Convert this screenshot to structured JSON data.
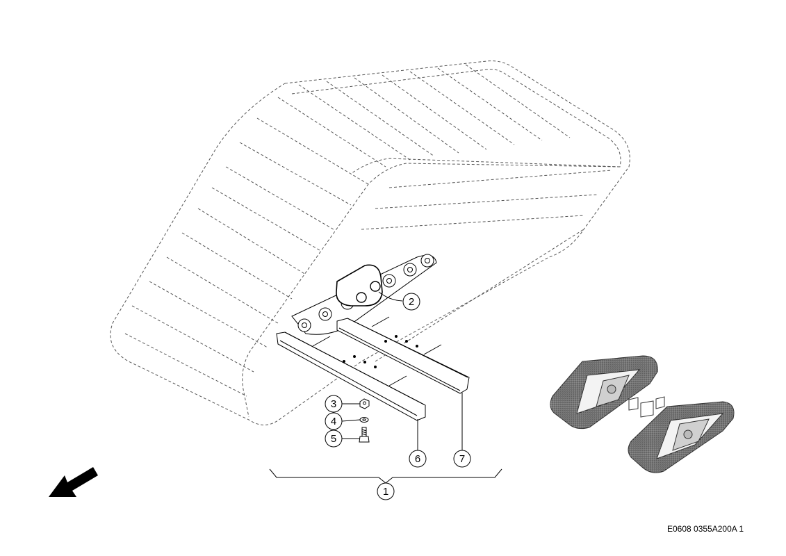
{
  "callouts": {
    "c1": "1",
    "c2": "2",
    "c3": "3",
    "c4": "4",
    "c5": "5",
    "c6": "6",
    "c7": "7"
  },
  "reference_code": "E0608 0355A200A 1",
  "icons": {
    "direction_arrow": "arrow-icon",
    "thumbnail": "track-assembly-thumbnail"
  },
  "colors": {
    "line": "#000000",
    "dashed_outline": "#555555",
    "thumbnail_fill": "#cfcfcf"
  }
}
